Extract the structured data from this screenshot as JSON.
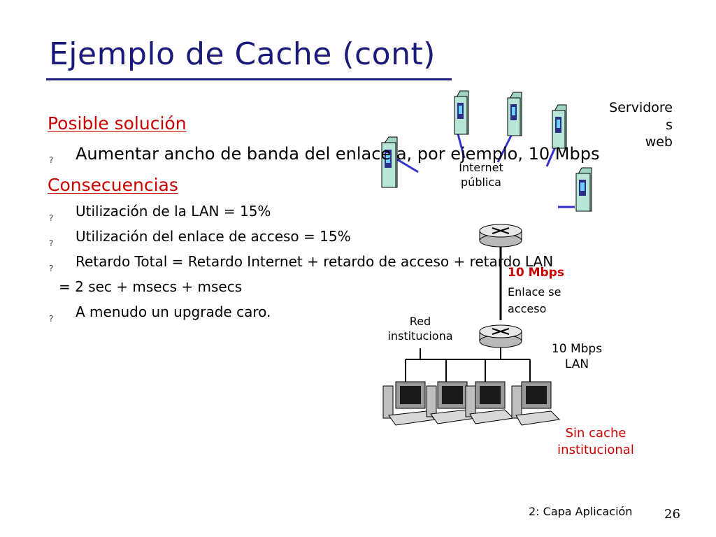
{
  "title": "Ejemplo de Cache (cont)",
  "solution_heading": "Posible solución",
  "bullet_glyph": "?",
  "solution_bullet": "Aumentar ancho de banda del enlace a, por ejemplo, 10 Mbps",
  "consequences_heading": "Consecuencias",
  "consequences": [
    "Utilización de la LAN = 15%",
    "Utilización del enlace de acceso = 15%",
    "Retardo Total  = Retardo Internet + retardo de acceso + retardo LAN"
  ],
  "total_line": "=  2 sec + msecs + msecs",
  "last_bullet": "A menudo un upgrade caro.",
  "diagram": {
    "servers_label": [
      "Servidore",
      "s",
      "web"
    ],
    "internet_label": [
      "Internet",
      "pública"
    ],
    "link_speed": "10 Mbps",
    "link_label": [
      "Enlace se",
      "acceso"
    ],
    "net_label": [
      "Red",
      "instituciona"
    ],
    "lan_label": [
      "10 Mbps",
      "LAN"
    ],
    "no_cache_label": [
      "Sin cache",
      "institucional"
    ]
  },
  "footer": "2: Capa Aplicación",
  "page_number": "26"
}
